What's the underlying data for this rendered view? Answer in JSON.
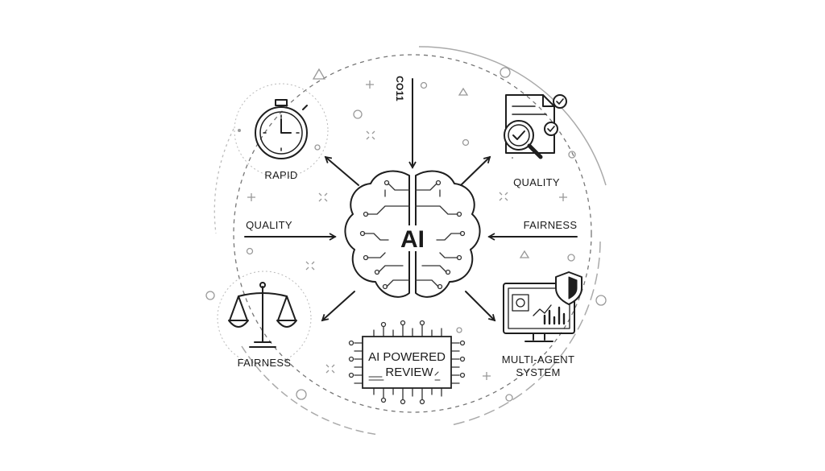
{
  "center": {
    "label": "AI"
  },
  "top_input": {
    "label": "CO11"
  },
  "nodes": {
    "rapid": {
      "label": "RAPID",
      "icon": "stopwatch-icon"
    },
    "quality_doc": {
      "label": "QUALITY",
      "icon": "document-magnifier-icon"
    },
    "fairness_scale": {
      "label": "FAIRNESS",
      "icon": "scale-icon"
    },
    "multi_agent": {
      "label_line1": "MULTI-AGENT",
      "label_line2": "SYSTEM",
      "icon": "monitor-shield-icon"
    },
    "chip": {
      "line1": "AI POWERED",
      "line2": "REVIEW",
      "icon": "circuit-chip-icon"
    }
  },
  "inputs": {
    "left": {
      "label": "QUALITY"
    },
    "right": {
      "label": "FAIRNESS"
    }
  },
  "colors": {
    "stroke": "#1e1e1e",
    "decoration": "#999999",
    "background": "#ffffff"
  }
}
